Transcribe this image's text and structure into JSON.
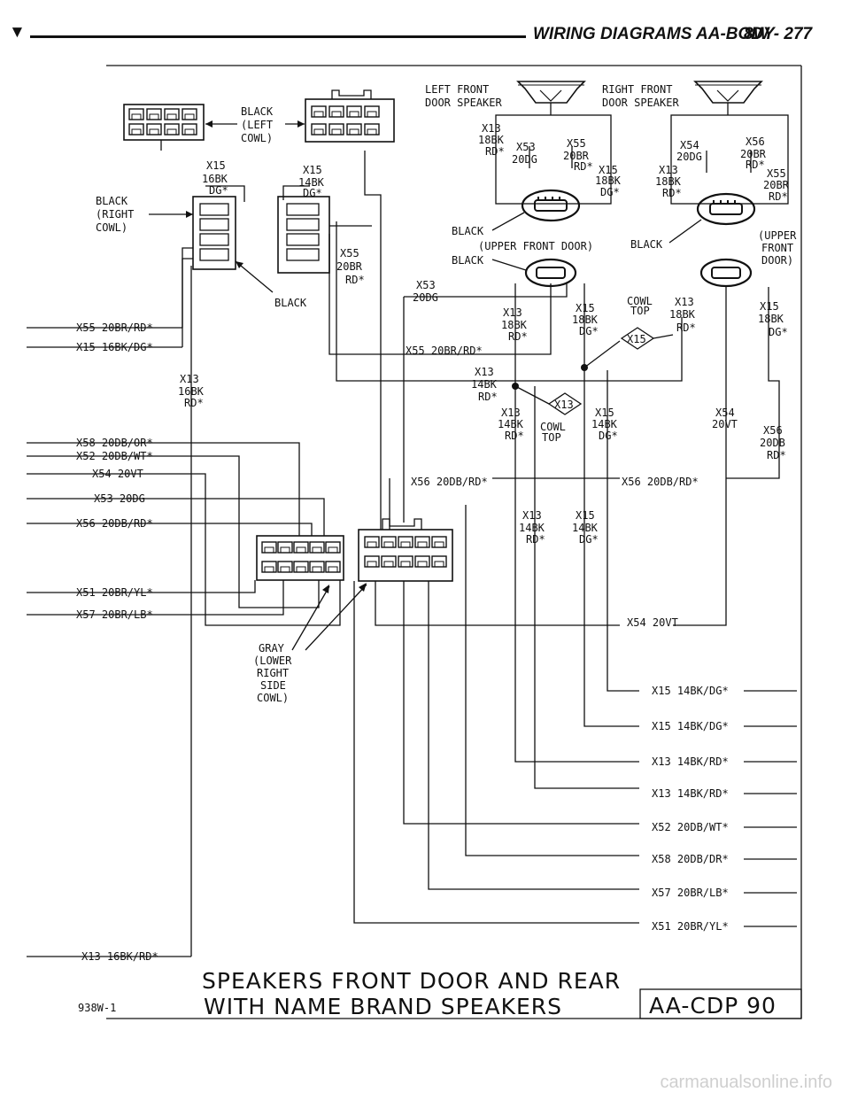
{
  "header": {
    "marker": "▼",
    "title": "WIRING DIAGRAMS AA-BODY",
    "page": "8W - 277"
  },
  "footer": {
    "code": "938W-1",
    "title_line1": "SPEAKERS FRONT DOOR AND REAR",
    "title_line2": "WITH NAME BRAND SPEAKERS",
    "box": "AA-CDP 90"
  },
  "watermark": "carmanualsonline.info",
  "connectors": {
    "black_left_cowl": [
      "BLACK",
      "(LEFT",
      "COWL)"
    ],
    "black_right_cowl": [
      "BLACK",
      "(RIGHT",
      "COWL)"
    ],
    "black_mid": "BLACK",
    "gray_lower": [
      "GRAY",
      "(LOWER",
      "RIGHT",
      "SIDE",
      "COWL)"
    ],
    "left_speaker": [
      "LEFT FRONT",
      "DOOR SPEAKER"
    ],
    "right_speaker": [
      "RIGHT FRONT",
      "DOOR SPEAKER"
    ],
    "black_upper_left": "BLACK",
    "upper_front_door": "(UPPER FRONT DOOR)",
    "black_upper_right": "BLACK",
    "upper_front_door_right": [
      "(UPPER",
      "FRONT",
      "DOOR)"
    ],
    "black_center": "BLACK",
    "cowl_top_1": [
      "COWL",
      "TOP"
    ],
    "cowl_top_2": [
      "COWL",
      "TOP"
    ],
    "splice_x15": "X15",
    "splice_x13": "X13"
  },
  "labels": {
    "x15_16bk": [
      "X15",
      "16BK",
      "DG*"
    ],
    "x15_14bk": [
      "X15",
      "14BK",
      "DG*"
    ],
    "x55_20br": [
      "X55",
      "20BR",
      "RD*"
    ],
    "x53_20dg_mid": [
      "X53",
      "20DG"
    ],
    "x13_16bk": [
      "X13",
      "16BK",
      "RD*"
    ],
    "ls_x13": [
      "X13",
      "18BK",
      "RD*"
    ],
    "ls_x53": [
      "X53",
      "20DG"
    ],
    "ls_x55": [
      "X55",
      "20BR",
      "RD*"
    ],
    "ls_x15": [
      "X15",
      "18BK",
      "DG*"
    ],
    "rs_x54": [
      "X54",
      "20DG"
    ],
    "rs_x56": [
      "X56",
      "20BR",
      "RD*"
    ],
    "rs_x13": [
      "X13",
      "18BK",
      "RD*"
    ],
    "rs_x55": [
      "X55",
      "20BR",
      "RD*"
    ],
    "c_x13": [
      "X13",
      "18BK",
      "RD*"
    ],
    "c_x15": [
      "X15",
      "18BK",
      "DG*"
    ],
    "r_x13": [
      "X13",
      "18BK",
      "RD*"
    ],
    "r_x15": [
      "X15",
      "18BK",
      "DG*"
    ],
    "x55_20br_rd_mid": "X55 20BR/RD*",
    "x13_14bk": [
      "X13",
      "14BK",
      "RD*"
    ],
    "x13_14bk_b": [
      "X13",
      "14BK",
      "RD*"
    ],
    "x15_14bk_b": [
      "X15",
      "14BK",
      "DG*"
    ],
    "x54_20vt_r": [
      "X54",
      "20VT"
    ],
    "x56_20db_r": [
      "X56",
      "20DB",
      "RD*"
    ],
    "x56_20db_rd_1": "X56 20DB/RD*",
    "x56_20db_rd_2": "X56 20DB/RD*",
    "x13_14bk_c": [
      "X13",
      "14BK",
      "RD*"
    ],
    "x15_14bk_c": [
      "X15",
      "14BK",
      "DG*"
    ],
    "x54_20vt_mid": "X54 20VT"
  },
  "left_wires": [
    "X55 20BR/RD*",
    "X15 16BK/DG*",
    "X58 20DB/OR*",
    "X52 20DB/WT*",
    "X54 20VT",
    "X53 20DG",
    "X56 20DB/RD*",
    "X51 20BR/YL*",
    "X57 20BR/LB*",
    "X13 16BK/RD*"
  ],
  "right_wires": [
    "X15 14BK/DG*",
    "X15 14BK/DG*",
    "X13 14BK/RD*",
    "X13 14BK/RD*",
    "X52 20DB/WT*",
    "X58 20DB/DR*",
    "X57 20BR/LB*",
    "X51 20BR/YL*"
  ]
}
